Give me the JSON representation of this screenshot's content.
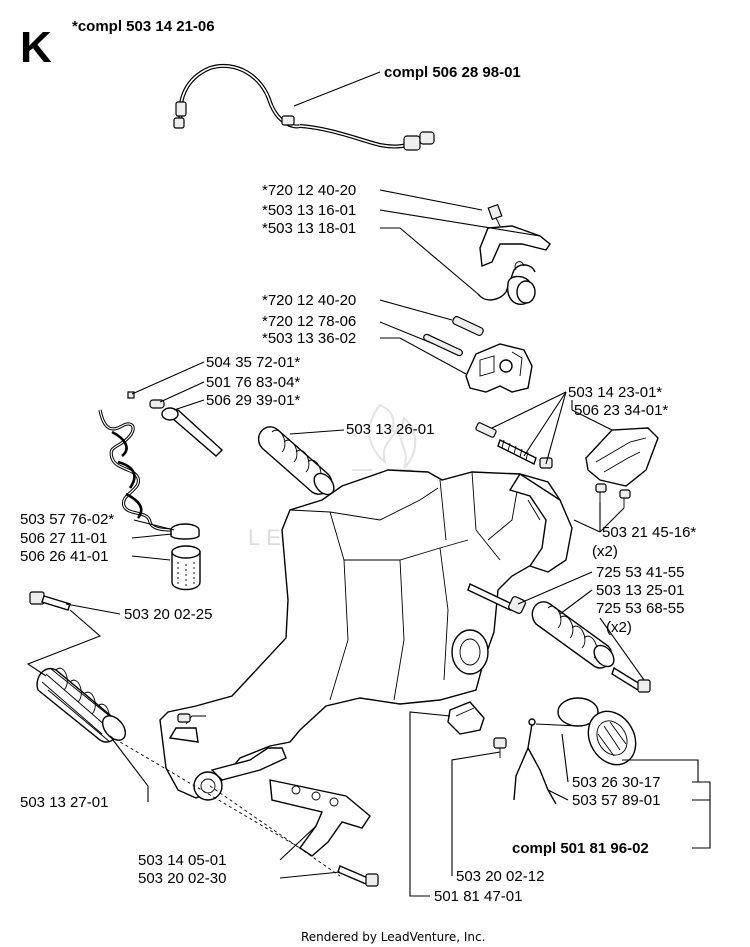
{
  "section_letter": "K",
  "assembly_header": "*compl 503 14 21-06",
  "labels": {
    "l01": "compl 506 28 98-01",
    "l02": "*720 12 40-20",
    "l03": "*503 13 16-01",
    "l04": "*503 13 18-01",
    "l05": "*720 12 40-20",
    "l06": "*720 12 78-06",
    "l07": "*503 13 36-02",
    "l08": "504 35 72-01*",
    "l09": "501 76 83-04*",
    "l10": "506 29 39-01*",
    "l11": "503 13 26-01",
    "l12": "503 14 23-01*",
    "l13": "506 23 34-01*",
    "l14": "503 57 76-02*",
    "l15": "506 27 11-01",
    "l16": "506 26 41-01",
    "l17": "503 21 45-16*",
    "l18": "(x2)",
    "l19": "725 53 41-55",
    "l20": "503 13 25-01",
    "l21": "725 53 68-55",
    "l22": "(x2)",
    "l23": "503 20 02-25",
    "l24": "503 13 27-01",
    "l25": "503 26 30-17",
    "l26": "503 57 89-01",
    "l27": "compl 501 81 96-02",
    "l28": "503 14 05-01",
    "l29": "503 20 02-30",
    "l30": "503 20 02-12",
    "l31": "501 81 47-01"
  },
  "watermark": "LEADVENTURE",
  "footer": "Rendered by LeadVenture, Inc."
}
